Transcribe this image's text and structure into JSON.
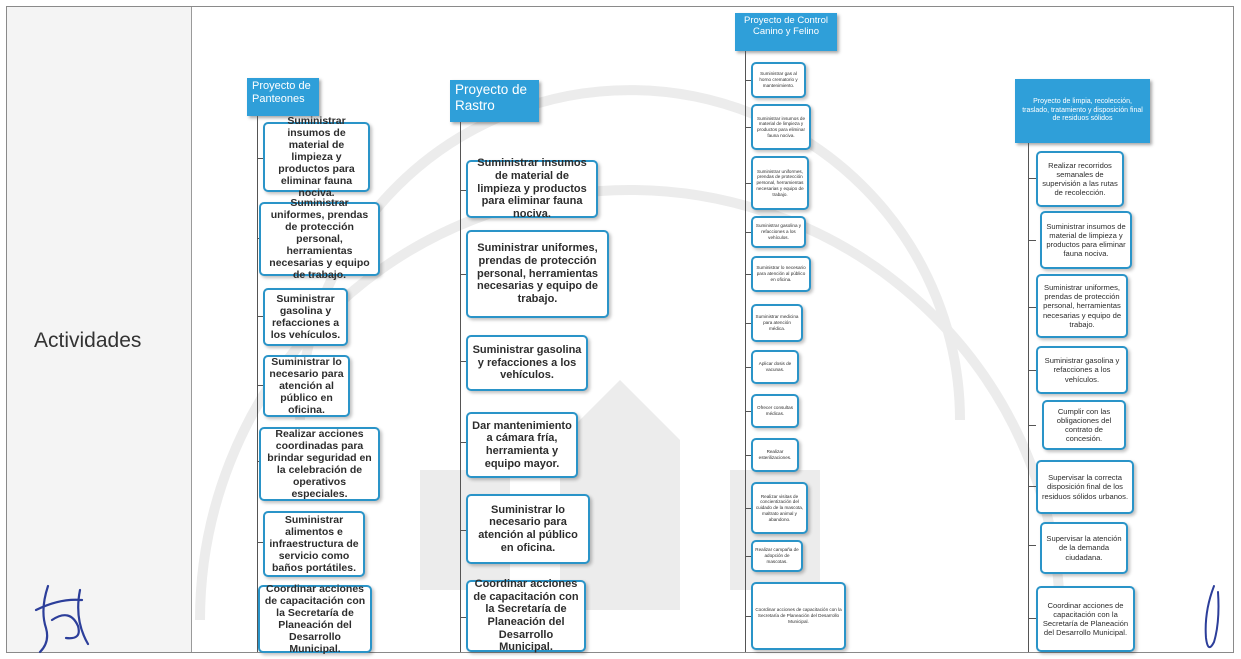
{
  "side_label": "Actividades",
  "columns": [
    {
      "title": "Proyecto de Panteones",
      "items": [
        "Suministrar insumos de material de limpieza y productos para eliminar fauna nociva.",
        "Suministrar uniformes, prendas de protección personal, herramientas necesarias y equipo de trabajo.",
        "Suministrar gasolina y refacciones a los vehículos.",
        "Suministrar lo necesario para atención al público en oficina.",
        "Realizar acciones coordinadas para brindar seguridad en la celebración de operativos especiales.",
        "Suministrar alimentos e infraestructura de servicio como baños portátiles.",
        "Coordinar acciones de capacitación con la Secretaría de Planeación del Desarrollo Municipal."
      ]
    },
    {
      "title": "Proyecto de Rastro",
      "items": [
        "Suministrar insumos de material de limpieza y productos para eliminar fauna nociva.",
        "Suministrar uniformes, prendas de protección personal, herramientas necesarias y equipo de trabajo.",
        "Suministrar gasolina y refacciones a los vehículos.",
        "Dar mantenimiento a cámara fría, herramienta y equipo mayor.",
        "Suministrar lo necesario para atención al público en oficina.",
        "Coordinar acciones de capacitación con la Secretaría de Planeación del Desarrollo Municipal."
      ]
    },
    {
      "title": "Proyecto de Control Canino y Felino",
      "items": [
        "Suministrar gas al horno crematorio y mantenimiento.",
        "Suministrar insumos de material de limpieza y productos para eliminar fauna nociva.",
        "Suministrar uniformes, prendas de protección personal, herramientas necesarias y equipo de trabajo.",
        "Suministrar gasolina y refacciones a los vehículos.",
        "Suministrar lo necesario para atención al público en oficina.",
        "Suministrar medicina para atención médica.",
        "Aplicar dosis de vacunas.",
        "Ofrecer consultas médicas.",
        "Realizar esterilizaciones.",
        "Realizar visitas de concientización del cuidado de la mascota, maltrato animal y abandono.",
        "Realizar campaña de adopción de mascotas.",
        "Coordinar acciones de capacitación con la Secretaría de Planeación del Desarrollo Municipal."
      ]
    },
    {
      "title": "Proyecto de limpia, recolección, traslado, tratamiento y disposición final de residuos sólidos",
      "items": [
        "Realizar recorridos semanales de supervisión a las rutas de recolección.",
        "Suministrar insumos de material de limpieza y productos para eliminar fauna nociva.",
        "Suministrar uniformes, prendas de protección personal, herramientas necesarias y equipo de trabajo.",
        "Suministrar gasolina y refacciones a los vehículos.",
        "Cumplir con las obligaciones del contrato de concesión.",
        "Supervisar la correcta disposición final de los residuos sólidos urbanos.",
        "Supervisar la atención de la demanda ciudadana.",
        "Coordinar acciones de capacitación con la Secretaría de Planeación del Desarrollo Municipal."
      ]
    }
  ]
}
